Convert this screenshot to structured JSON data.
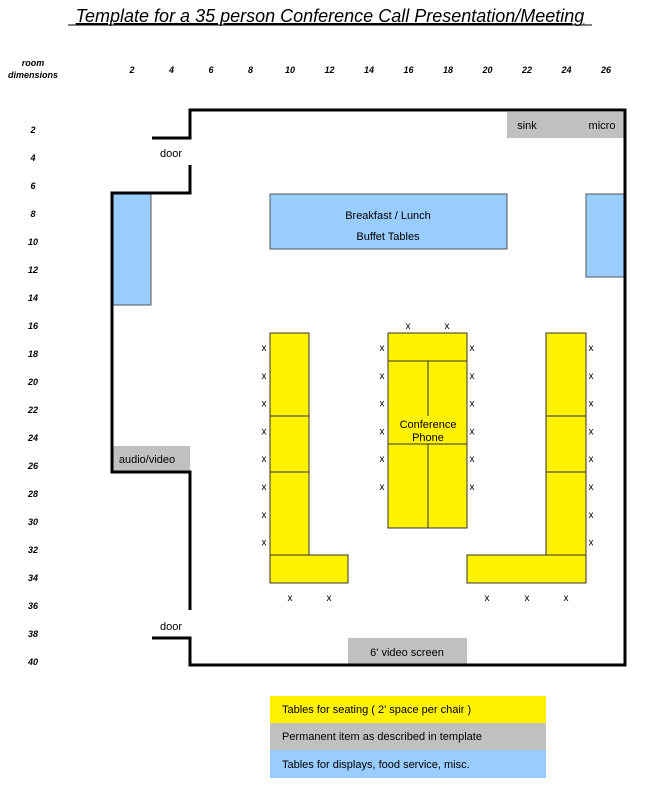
{
  "title": "Template for a 35 person Conference Call Presentation/Meeting",
  "axis_caption": [
    "room",
    "dimensions"
  ],
  "col_labels": [
    "2",
    "4",
    "6",
    "8",
    "10",
    "12",
    "14",
    "16",
    "18",
    "20",
    "22",
    "24",
    "26"
  ],
  "row_labels": [
    "2",
    "4",
    "6",
    "8",
    "10",
    "12",
    "14",
    "16",
    "18",
    "20",
    "22",
    "24",
    "26",
    "28",
    "30",
    "32",
    "34",
    "36",
    "38",
    "40"
  ],
  "items": {
    "sink": "sink",
    "micro": "micro",
    "door_top": "door",
    "door_bottom": "door",
    "buffet_line1": "Breakfast / Lunch",
    "buffet_line2": "Buffet Tables",
    "audio_video": "audio/video",
    "video_screen": "6' video screen",
    "phone_line1": "Conference",
    "phone_line2": "Phone",
    "chair_mark": "x"
  },
  "legend": [
    {
      "label": "Tables for seating ( 2' space per chair )",
      "color": "#ffff00"
    },
    {
      "label": "Permanent item as described in template",
      "color": "#c0c0c0"
    },
    {
      "label": "Tables for displays, food service, misc.",
      "color": "#99ccff"
    }
  ],
  "colors": {
    "seating": "#fff200",
    "permanent": "#c0c0c0",
    "display": "#99ccff"
  }
}
